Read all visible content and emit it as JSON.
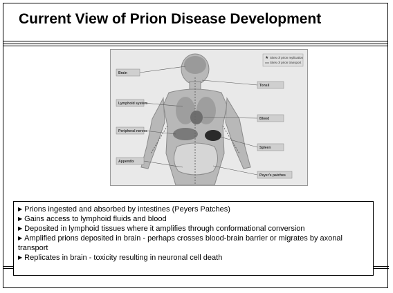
{
  "slide": {
    "title": "Current View of Prion Disease Development",
    "bullets": [
      "Prions ingested and absorbed by intestines (Peyers Patches)",
      "Gains access to lymphoid fluids and blood",
      "Deposited in lymphoid tissues where it amplifies through conformational conversion",
      "Amplified prions deposited in brain - perhaps crosses blood-brain barrier or migrates by axonal transport",
      "Replicates in brain - toxicity resulting in neuronal cell death"
    ]
  },
  "figure": {
    "legend": {
      "replication": "Sites of prion replication",
      "transport": "Sites of prion transport"
    },
    "labels": {
      "brain": "Brain",
      "lymphoid_system": "Lymphoid system",
      "peripheral_nerves": "Peripheral nerves",
      "appendix": "Appendix",
      "tonsil": "Tonsil",
      "blood": "Blood",
      "spleen": "Spleen",
      "peyers_patches": "Peyer's patches"
    }
  }
}
